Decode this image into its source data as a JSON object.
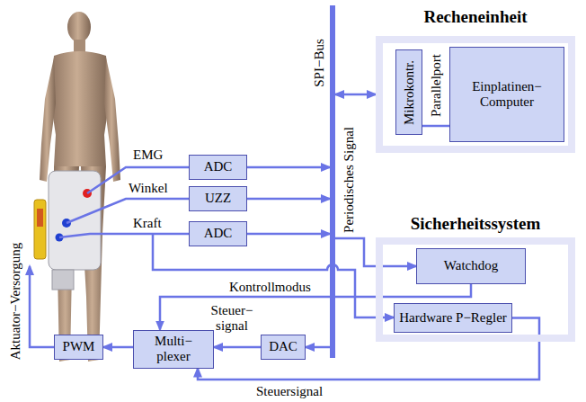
{
  "diagram": {
    "nodes": [
      {
        "text": [
          "Recheneinheit"
        ]
      },
      {
        "text": [
          "Mikrokontr."
        ],
        "in": 0
      },
      {
        "text": [
          "Einplatinen− Computer"
        ],
        "in": 0
      },
      {
        "text": [
          "SPI−Bus"
        ]
      },
      {
        "text": [
          "ADC"
        ]
      },
      {
        "text": [
          "UZZ"
        ]
      },
      {
        "text": [
          "ADC"
        ]
      },
      {
        "text": [
          "Sicherheitssystem"
        ]
      },
      {
        "text": [
          "Watchdog"
        ],
        "in": 7
      },
      {
        "text": [
          "Hardware P−Regler"
        ],
        "in": 7
      },
      {
        "text": [
          "Multi− plexer"
        ]
      },
      {
        "text": [
          "DAC"
        ]
      },
      {
        "text": [
          "PWM"
        ]
      }
    ],
    "edges": [
      {
        "from": 4,
        "to": 3,
        "arrow": "to"
      },
      {
        "from": 5,
        "to": 3,
        "arrow": "to"
      },
      {
        "from": 6,
        "to": 3,
        "arrow": "to"
      },
      {
        "from": 3,
        "to": 0,
        "arrow": "both"
      },
      {
        "from": 3,
        "to": 8,
        "label": "Periodisches Signal",
        "arrow": "to"
      },
      {
        "from": 3,
        "to": 11,
        "arrow": "to"
      },
      {
        "from": 11,
        "to": 10,
        "label": "Steuer− signal",
        "arrow": "to"
      },
      {
        "from": 8,
        "to": 10,
        "label": "Kontrollmodus",
        "arrow": "to"
      },
      {
        "from": 9,
        "to": 10,
        "label": "Steuersignal",
        "arrow": "to"
      },
      {
        "from": 10,
        "to": 12,
        "arrow": "to"
      },
      {
        "from": 1,
        "to": 2,
        "label": "Parallelport",
        "arrow": "none"
      }
    ],
    "labels": [
      "EMG",
      "Winkel",
      "Kraft",
      "Aktuator−Versorgung"
    ]
  }
}
